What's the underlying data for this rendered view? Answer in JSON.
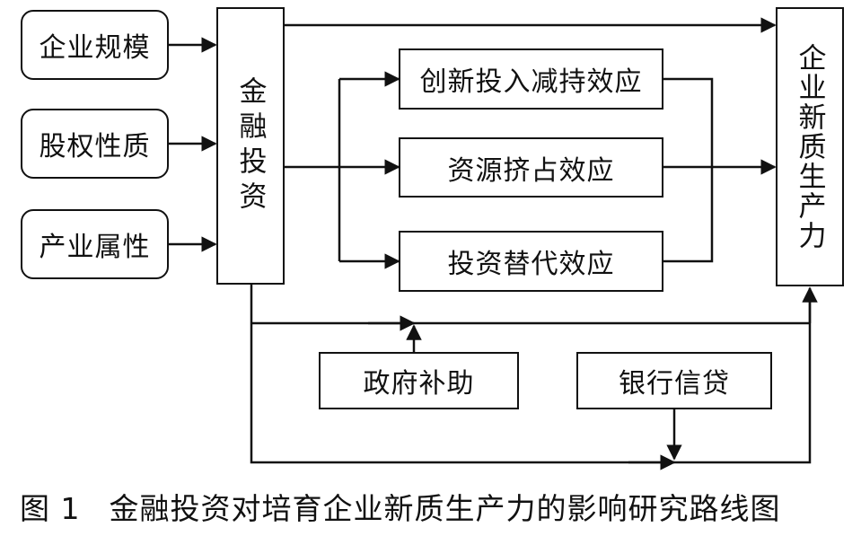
{
  "diagram": {
    "left_factors": [
      "企业规模",
      "股权性质",
      "产业属性"
    ],
    "source": "金融投资",
    "effects": [
      "创新投入减持效应",
      "资源挤占效应",
      "投资替代效应"
    ],
    "target": "企业新质生产力",
    "moderators": [
      "政府补助",
      "银行信贷"
    ]
  },
  "caption": {
    "number": "图 1",
    "text": "金融投资对培育企业新质生产力的影响研究路线图"
  }
}
